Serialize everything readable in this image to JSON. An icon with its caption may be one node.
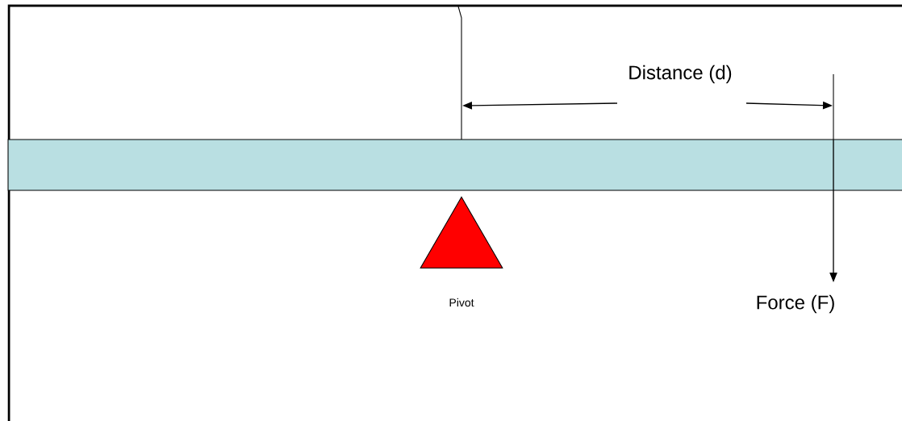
{
  "diagram": {
    "nodes": [
      {
        "text": [],
        "shape": "triangle",
        "beside": [
          "Pivot"
        ]
      }
    ],
    "labels": [
      "Distance (d)",
      "Force (F)"
    ]
  }
}
